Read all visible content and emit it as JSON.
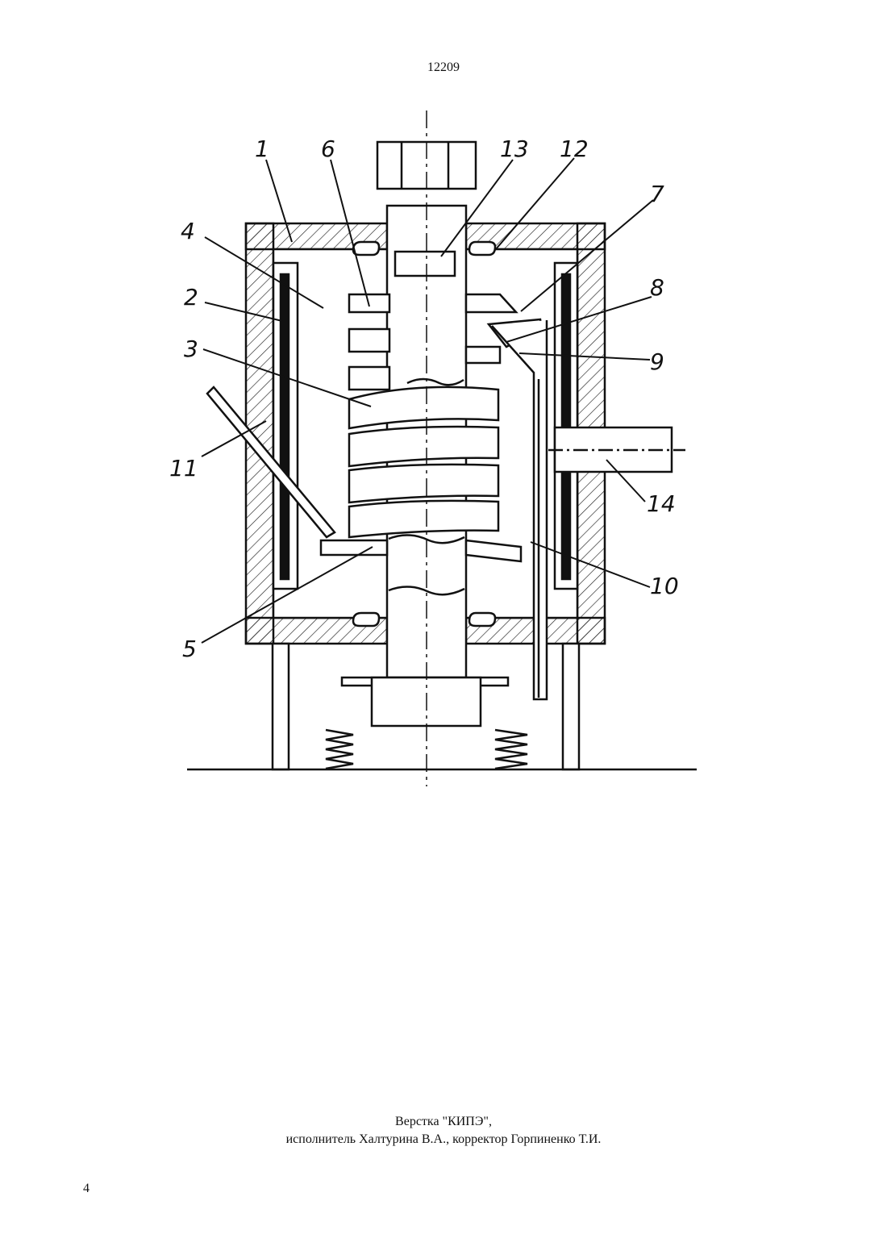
{
  "document": {
    "number": "12209",
    "page": "4",
    "credits": {
      "line1": "Верстка \"КИПЭ\",",
      "line2": "исполнитель Халтурина В.А., корректор Горпиненко Т.И."
    }
  },
  "figure": {
    "labels": {
      "l1": "1",
      "l2": "2",
      "l3": "3",
      "l4": "4",
      "l5": "5",
      "l6": "6",
      "l7": "7",
      "l8": "8",
      "l9": "9",
      "l10": "10",
      "l11": "11",
      "l12": "12",
      "l13": "13",
      "l14": "14"
    }
  }
}
